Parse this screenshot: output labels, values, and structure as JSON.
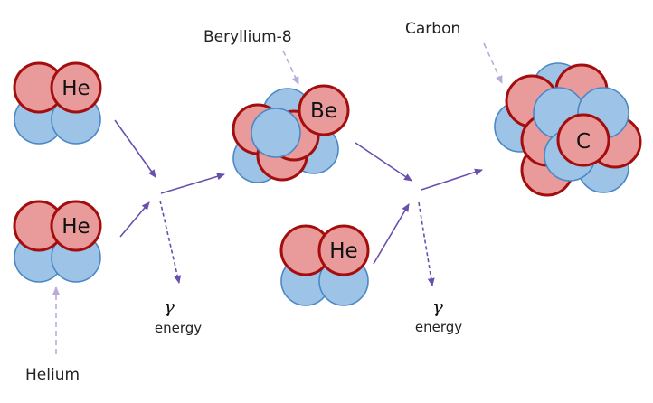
{
  "labels": {
    "helium": "Helium",
    "beryllium": "Beryllium-8",
    "carbon": "Carbon",
    "gamma1": "γ",
    "energy1": "energy",
    "gamma2": "γ",
    "energy2": "energy"
  },
  "nuclei": {
    "he1": "He",
    "he2": "He",
    "he3": "He",
    "be": "Be",
    "c": "C"
  },
  "colors": {
    "proton_fill": "#e99a9a",
    "proton_stroke": "#a30d0d",
    "neutron_fill": "#9dc3e6",
    "neutron_stroke": "#4a88c6",
    "arrow": "#6a50ae",
    "pointer": "#b9a9dd"
  }
}
